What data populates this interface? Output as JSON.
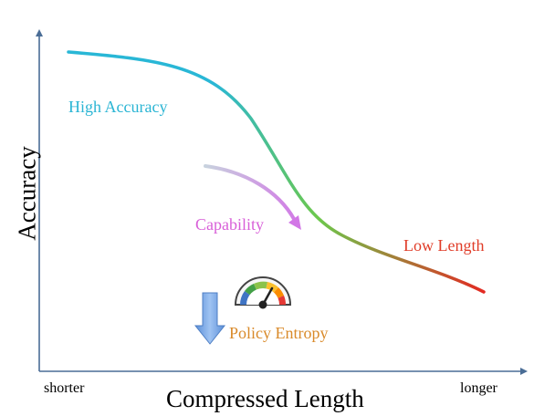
{
  "axes": {
    "y_label": "Accuracy",
    "x_label": "Compressed Length",
    "x_min_label": "shorter",
    "x_max_label": "longer"
  },
  "annotations": {
    "high_accuracy": "High Accuracy",
    "capability": "Capability",
    "low_length": "Low Length",
    "policy_entropy": "Policy Entropy"
  },
  "colors": {
    "axis": "#4a6d96",
    "curve_start": "#29b7d6",
    "curve_mid": "#6cc84c",
    "curve_end": "#e32a22",
    "high_accuracy_text": "#2bb5d4",
    "capability_text": "#d85fd8",
    "low_length_text": "#e03c28",
    "policy_entropy_text": "#d98a2a",
    "down_arrow": "#7aa8e6",
    "capability_arrow_start": "#c8d2de",
    "capability_arrow_end": "#d277e6"
  },
  "icons": {
    "entropy_gauge": "gauge-icon",
    "down_arrow": "down-arrow-icon",
    "capability_arrow": "curved-arrow-icon"
  }
}
